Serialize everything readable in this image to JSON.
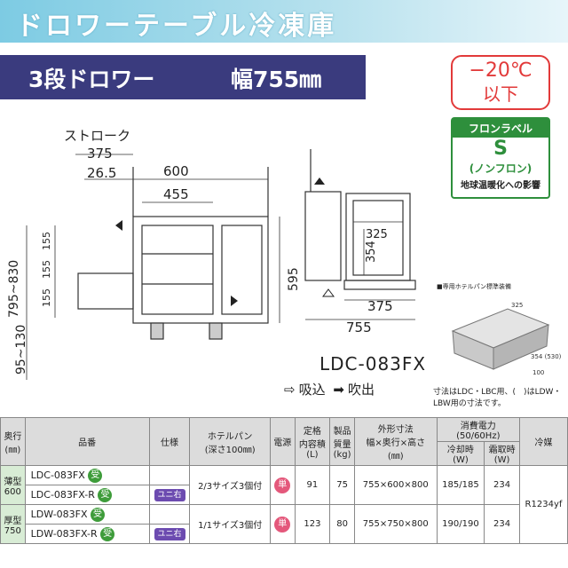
{
  "header": {
    "title": "ドロワーテーブル冷凍庫"
  },
  "subband": {
    "left": "3段ドロワー",
    "right": "幅755㎜"
  },
  "badges": {
    "temp_line1": "−20℃",
    "temp_line2": "以下",
    "label_head": "フロンラベル",
    "label_s": "S",
    "label_non": "(ノンフロン)",
    "label_warm": "地球温暖化への影響"
  },
  "diagram": {
    "stroke_label": "ストローク",
    "d375": "375",
    "d265": "26.5",
    "d600": "600",
    "d455": "455",
    "d155a": "155",
    "d155b": "155",
    "d155c": "155",
    "h795": "795~830",
    "h95": "95~130",
    "h595": "595",
    "s325": "325",
    "s354": "354",
    "s375": "375",
    "s755": "755"
  },
  "model_label": "LDC-083FX",
  "legend": {
    "intake": "吸込",
    "outflow": "吹出"
  },
  "pan": {
    "title": "■専用ホテルパン標準装備",
    "dim_a": "325",
    "dim_b": "354\n(530)",
    "dim_c": "100",
    "note": "寸法はLDC・LBC用、(　)はLDW・LBW用の寸法です。"
  },
  "table": {
    "headers": {
      "depth": "奥行\n(㎜)",
      "model": "品番",
      "spec": "仕様",
      "pan": "ホテルパン\n(深さ100㎜)",
      "power": "電源",
      "volume": "定格\n内容積\n(L)",
      "weight": "製品\n質量\n(kg)",
      "dims": "外形寸法\n幅×奥行×高さ\n(㎜)",
      "consumption": "消費電力\n(50/60Hz)",
      "cool": "冷却時\n(W)",
      "defrost": "霜取時\n(W)",
      "refrigerant": "冷媒"
    },
    "groups": [
      {
        "depth_label": "薄型\n600",
        "pan": "2/3サイズ3個付",
        "volume": "91",
        "weight": "75",
        "dims": "755×600×800",
        "cool": "185/185",
        "defrost": "234",
        "rows": [
          {
            "model": "LDC-083FX",
            "badge": "受",
            "spec": ""
          },
          {
            "model": "LDC-083FX-R",
            "badge": "受",
            "spec": "ユニ右"
          }
        ]
      },
      {
        "depth_label": "厚型\n750",
        "pan": "1/1サイズ3個付",
        "volume": "123",
        "weight": "80",
        "dims": "755×750×800",
        "cool": "190/190",
        "defrost": "234",
        "rows": [
          {
            "model": "LDW-083FX",
            "badge": "受",
            "spec": ""
          },
          {
            "model": "LDW-083FX-R",
            "badge": "受",
            "spec": "ユニ右"
          }
        ]
      }
    ],
    "power_badge": "単",
    "refrigerant": "R1234yf"
  }
}
